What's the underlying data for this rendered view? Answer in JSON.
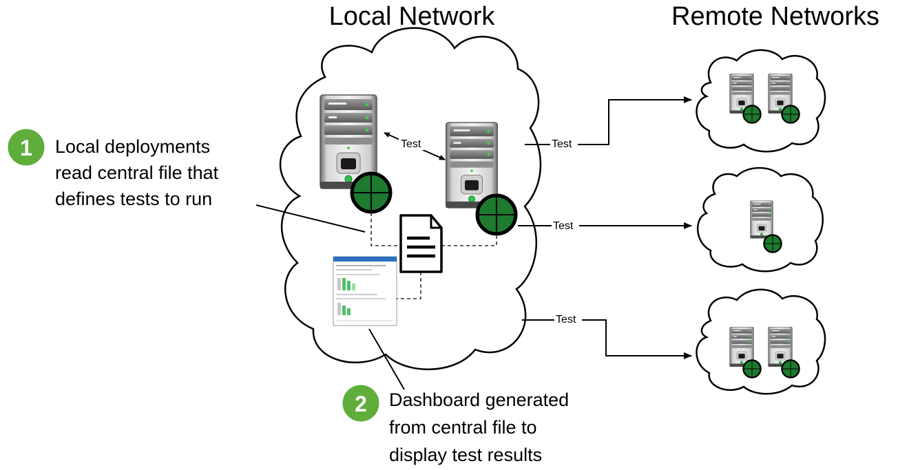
{
  "headings": {
    "local": "Local Network",
    "remote": "Remote Networks"
  },
  "steps": [
    {
      "number": "1",
      "lines": [
        "Local deployments",
        "read central file that",
        "defines tests to run"
      ]
    },
    {
      "number": "2",
      "lines": [
        "Dashboard generated",
        "from central file to",
        "display test results"
      ]
    }
  ],
  "edge_labels": {
    "local_link": "Test",
    "remote_1": "Test",
    "remote_2": "Test",
    "remote_3": "Test"
  },
  "colors": {
    "badge": "#5fae3c",
    "agent": "#1d7a2e",
    "dashboard_header": "#2a6fc0"
  },
  "icons": [
    "server-icon",
    "agent-icon",
    "document-icon",
    "dashboard-thumbnail"
  ]
}
